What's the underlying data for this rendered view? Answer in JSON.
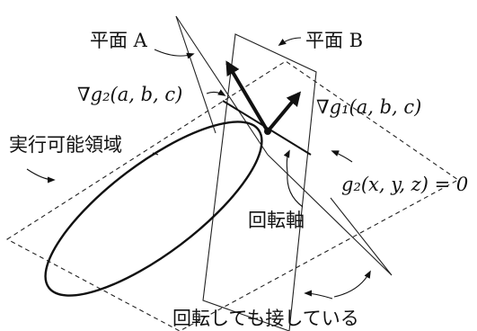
{
  "labels": {
    "plane_a": "平面 A",
    "plane_b": "平面 B",
    "grad_g2": "∇g₂(a, b, c)",
    "grad_g1": "∇g₁(a, b, c)",
    "feasible_region": "実行可能領域",
    "constraint_surface": "g₂(x, y, z) = 0",
    "rotation_axis": "回転軸",
    "caption": "回転しても接している"
  }
}
